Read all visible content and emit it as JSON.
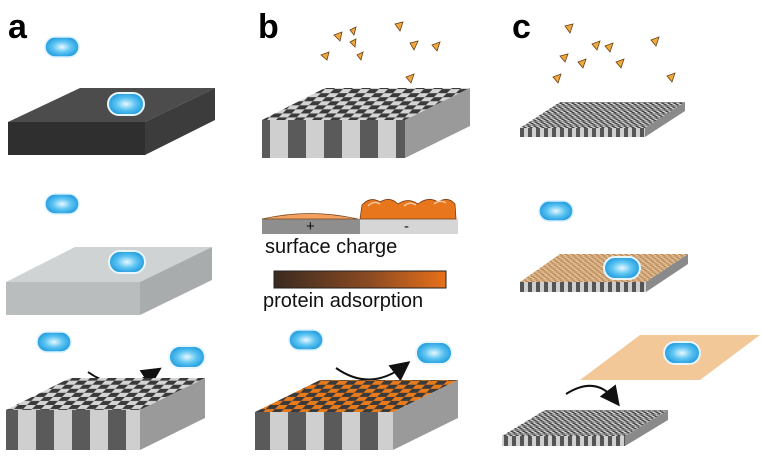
{
  "panels": {
    "a": {
      "label": "a"
    },
    "b": {
      "label": "b"
    },
    "c": {
      "label": "c"
    }
  },
  "legend": {
    "charge_title": "surface charge",
    "positive_sign": "+",
    "negative_sign": "-",
    "adsorption_title": "protein adsorption"
  },
  "colors": {
    "dark_surface": "#4a4a4a",
    "light_surface": "#c9cdcd",
    "pattern_dark": "#555555",
    "pattern_light": "#cfcfcf",
    "bacterium": "#2aa8e8",
    "protein": "#f0a840",
    "adsorbed_layer": "#f2c898",
    "gradient_start": "#3a2a20",
    "gradient_end": "#e8701a"
  }
}
